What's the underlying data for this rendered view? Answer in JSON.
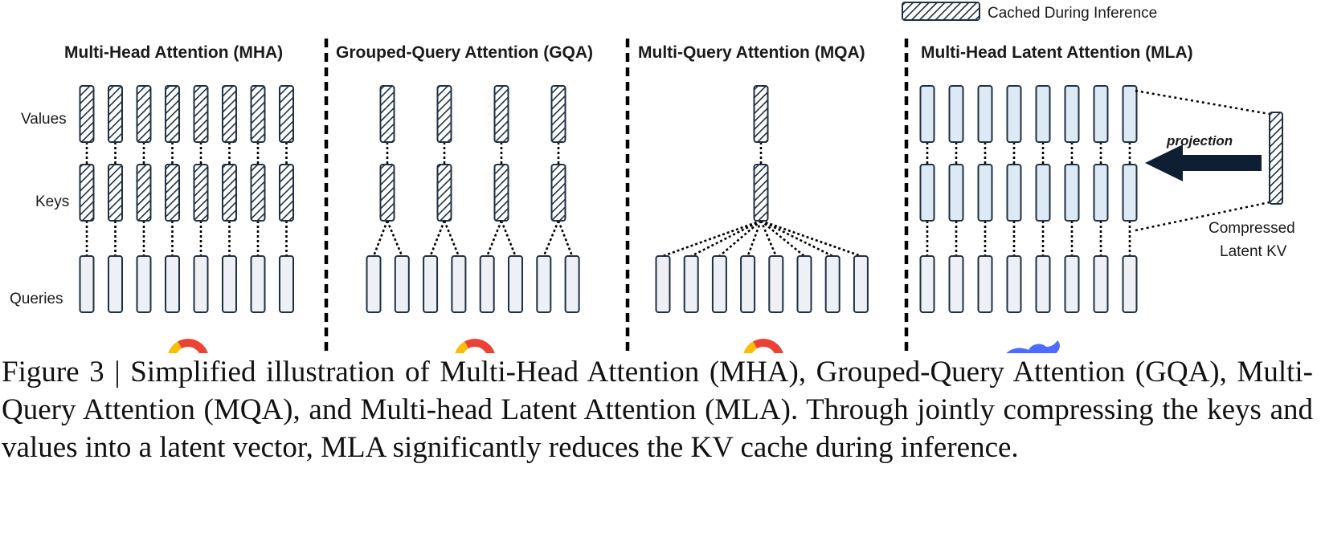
{
  "legend": {
    "label": "Cached During Inference"
  },
  "panels": [
    {
      "title": "Multi-Head Attention (MHA)"
    },
    {
      "title": "Grouped-Query Attention (GQA)"
    },
    {
      "title": "Multi-Query Attention (MQA)"
    },
    {
      "title": "Multi-Head Latent Attention (MLA)"
    }
  ],
  "row_labels": {
    "values": "Values",
    "keys": "Keys",
    "queries": "Queries"
  },
  "mla": {
    "projection_label": "projection",
    "latent_line1": "Compressed",
    "latent_line2": "Latent KV"
  },
  "logos": [
    "google-logo",
    "google-logo",
    "google-logo",
    "deepseek-whale-logo"
  ],
  "colors": {
    "cached_hatch": "#1f3040",
    "query_fill": "#eef0f5",
    "mla_kv_fill": "#dde9f5",
    "arrow": "#0f1f33",
    "whale": "#4d6bfe"
  },
  "caption": "Figure 3 | Simplified illustration of Multi-Head Attention (MHA), Grouped-Query Attention (GQA), Multi-Query Attention (MQA), and Multi-head Latent Attention (MLA). Through jointly compressing the keys and values into a latent vector, MLA significantly reduces the KV cache during inference."
}
